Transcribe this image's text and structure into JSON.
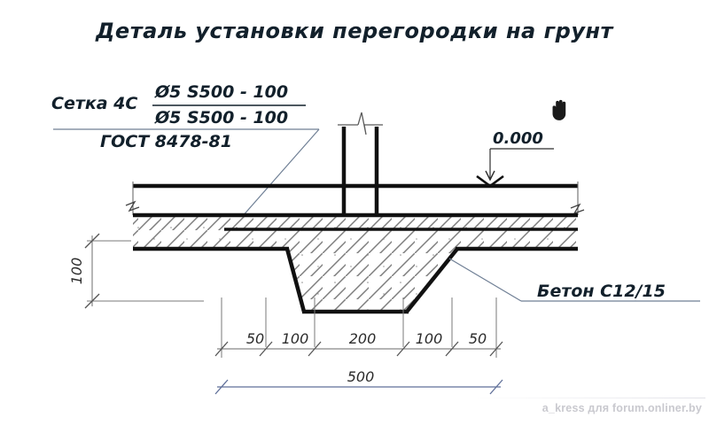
{
  "document": {
    "title": "Деталь установки перегородки на грунт",
    "type": "construction-section-detail"
  },
  "annotations": {
    "mesh": {
      "label": "Сетка 4С",
      "fraction_top": "Ø5 S500 - 100",
      "fraction_bottom": "Ø5 S500 - 100",
      "standard": "ГОСТ 8478-81"
    },
    "level": {
      "value": "0.000"
    },
    "concrete": {
      "label": "Бетон C12/15"
    }
  },
  "dimensions": {
    "chain": [
      {
        "label": "50"
      },
      {
        "label": "100"
      },
      {
        "label": "200"
      },
      {
        "label": "100"
      },
      {
        "label": "50"
      }
    ],
    "total": "500",
    "vertical": "100"
  },
  "cursor": {
    "icon": "hand-cursor-icon"
  },
  "watermark": {
    "text": "a_kress для forum.onliner.by"
  },
  "colors": {
    "ink": "#12202b",
    "thin": "#6b6b6b",
    "dim_blue": "#5f6f99",
    "hatch": "#7a7a7a",
    "watermark": "#c9c9cf"
  }
}
